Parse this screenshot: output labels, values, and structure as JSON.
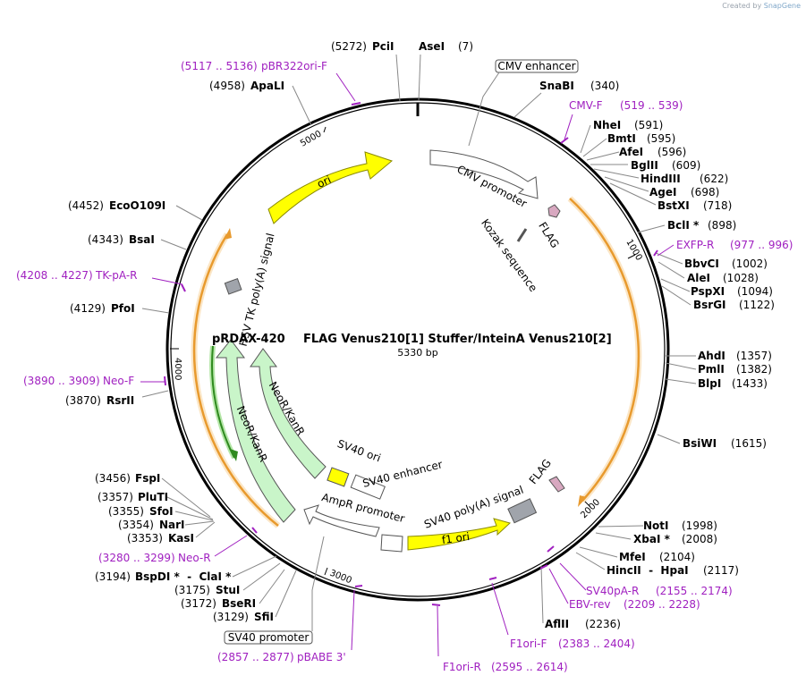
{
  "credit": {
    "prefix": "Created by",
    "brand": "SnapGene"
  },
  "plasmid": {
    "name": "pRDAX-420",
    "title": "FLAG Venus210[1] Stuffer/InteinA Venus210[2]",
    "size": "5330 bp"
  },
  "ticks": [
    "1000",
    "2000",
    "3000",
    "4000",
    "5000"
  ],
  "colors": {
    "primer": "#a020c0",
    "enzyme": "#000000",
    "ori": "#ffff00",
    "neo": "#c9f5c9",
    "orf": "#f0a030",
    "flag": "#d8a8c0",
    "gray": "#a0a4ab"
  },
  "features": [
    {
      "name": "CMV enhancer",
      "type": "boxed-label"
    },
    {
      "name": "CMV promoter",
      "type": "arrow"
    },
    {
      "name": "FLAG",
      "type": "arrow"
    },
    {
      "name": "Kozak sequence",
      "type": "bar"
    },
    {
      "name": "ori",
      "type": "arrow"
    },
    {
      "name": "HSV TK poly(A) signal",
      "type": "box"
    },
    {
      "name": "NeoR/KanR",
      "type": "arrow"
    },
    {
      "name": "NeoR/KanR",
      "type": "arrow"
    },
    {
      "name": "SV40 ori",
      "type": "box"
    },
    {
      "name": "SV40 enhancer",
      "type": "box"
    },
    {
      "name": "AmpR promoter",
      "type": "arrow"
    },
    {
      "name": "f1 ori",
      "type": "arrow"
    },
    {
      "name": "SV40 poly(A) signal",
      "type": "box"
    },
    {
      "name": "FLAG",
      "type": "arrow"
    },
    {
      "name": "SV40 promoter",
      "type": "boxed-label"
    }
  ],
  "enzymes": [
    {
      "name": "PciI",
      "pos": "(5272)"
    },
    {
      "name": "AseI",
      "pos": "(7)"
    },
    {
      "name": "ApaLI",
      "pos": "(4958)"
    },
    {
      "name": "SnaBI",
      "pos": "(340)"
    },
    {
      "name": "NheI",
      "pos": "(591)"
    },
    {
      "name": "BmtI",
      "pos": "(595)"
    },
    {
      "name": "AfeI",
      "pos": "(596)"
    },
    {
      "name": "BglII",
      "pos": "(609)"
    },
    {
      "name": "HindIII",
      "pos": "(622)"
    },
    {
      "name": "AgeI",
      "pos": "(698)"
    },
    {
      "name": "BstXI",
      "pos": "(718)"
    },
    {
      "name": "BclI *",
      "pos": "(898)"
    },
    {
      "name": "EcoO109I",
      "pos": "(4452)"
    },
    {
      "name": "BsaI",
      "pos": "(4343)"
    },
    {
      "name": "PfoI",
      "pos": "(4129)"
    },
    {
      "name": "BbvCI",
      "pos": "(1002)"
    },
    {
      "name": "AleI",
      "pos": "(1028)"
    },
    {
      "name": "PspXI",
      "pos": "(1094)"
    },
    {
      "name": "BsrGI",
      "pos": "(1122)"
    },
    {
      "name": "AhdI",
      "pos": "(1357)"
    },
    {
      "name": "PmlI",
      "pos": "(1382)"
    },
    {
      "name": "BlpI",
      "pos": "(1433)"
    },
    {
      "name": "RsrII",
      "pos": "(3870)"
    },
    {
      "name": "BsiWI",
      "pos": "(1615)"
    },
    {
      "name": "FspI",
      "pos": "(3456)"
    },
    {
      "name": "PluTI",
      "pos": "(3357)"
    },
    {
      "name": "SfoI",
      "pos": "(3355)"
    },
    {
      "name": "NarI",
      "pos": "(3354)"
    },
    {
      "name": "KasI",
      "pos": "(3353)"
    },
    {
      "name": "NotI",
      "pos": "(1998)"
    },
    {
      "name": "XbaI *",
      "pos": "(2008)"
    },
    {
      "name": "MfeI",
      "pos": "(2104)"
    },
    {
      "name": "HincII  -  HpaI",
      "pos": "(2117)"
    },
    {
      "name": "BspDI *  -  ClaI *",
      "pos": "(3194)"
    },
    {
      "name": "StuI",
      "pos": "(3175)"
    },
    {
      "name": "BseRI",
      "pos": "(3172)"
    },
    {
      "name": "SfiI",
      "pos": "(3129)"
    },
    {
      "name": "AflII",
      "pos": "(2236)"
    }
  ],
  "primers": [
    {
      "name": "pBR322ori-F",
      "range": "(5117 .. 5136)"
    },
    {
      "name": "CMV-F",
      "range": "(519 .. 539)"
    },
    {
      "name": "EXFP-R",
      "range": "(977 .. 996)"
    },
    {
      "name": "TK-pA-R",
      "range": "(4208 .. 4227)"
    },
    {
      "name": "Neo-F",
      "range": "(3890 .. 3909)"
    },
    {
      "name": "Neo-R",
      "range": "(3280 .. 3299)"
    },
    {
      "name": "SV40pA-R",
      "range": "(2155 .. 2174)"
    },
    {
      "name": "EBV-rev",
      "range": "(2209 .. 2228)"
    },
    {
      "name": "F1ori-F",
      "range": "(2383 .. 2404)"
    },
    {
      "name": "pBABE 3'",
      "range": "(2857 .. 2877)"
    },
    {
      "name": "F1ori-R",
      "range": "(2595 .. 2614)"
    }
  ]
}
